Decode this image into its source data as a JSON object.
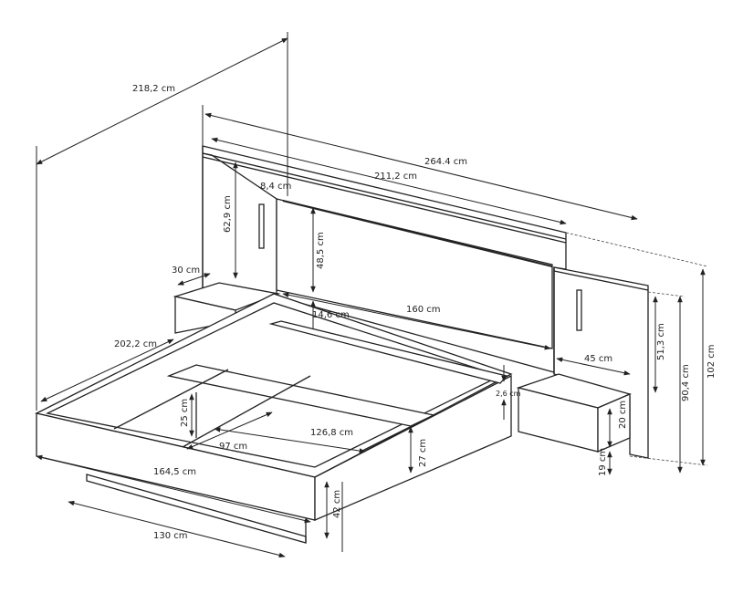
{
  "dimensions": {
    "overall_length": "218,2 cm",
    "overall_width": "264.4 cm",
    "headboard_width": "211,2 cm",
    "headboard_offset": "8,4 cm",
    "back_panel_height": "62,9 cm",
    "headboard_height": "48,5 cm",
    "nightstand_depth_left": "30 cm",
    "headboard_gap": "14,6 cm",
    "mattress_width": "160 cm",
    "frame_length": "202,2 cm",
    "side_panel_height": "51,3 cm",
    "panel_total_height": "90,4 cm",
    "total_height": "102 cm",
    "nightstand_width": "45 cm",
    "shelf_thickness": "2,6 cm",
    "nightstand_height": "20 cm",
    "nightstand_floor_gap": "19 cm",
    "slat_height": "25 cm",
    "inner_length": "126,8 cm",
    "inner_width": "97 cm",
    "frame_height": "27 cm",
    "frame_width": "164,5 cm",
    "bed_height": "42 cm",
    "base_width": "130 cm"
  }
}
